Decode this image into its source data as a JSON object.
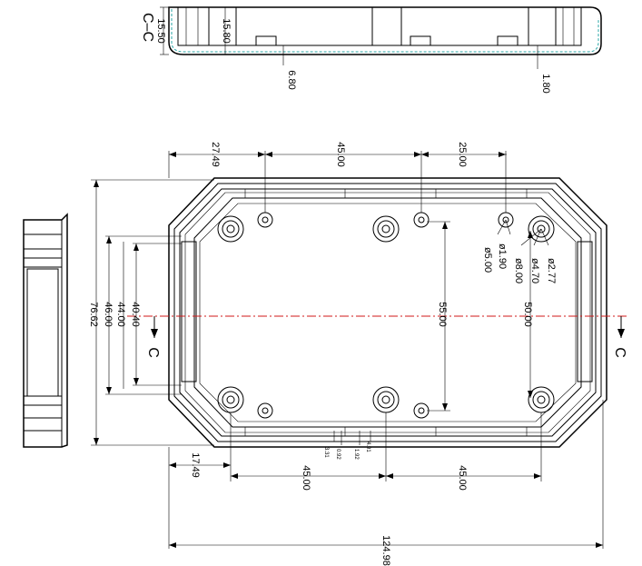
{
  "section": {
    "label": "C–C",
    "dims": {
      "height_outer": "15.50",
      "height_inner": "15.80",
      "wall": "6.80",
      "floor": "1.80"
    }
  },
  "top_dims": {
    "d1": "27.49",
    "d2": "45.00",
    "d3": "25.00"
  },
  "left_dims": {
    "d1": "40.40",
    "d2": "44.00",
    "d3": "46.00",
    "d4": "76.62"
  },
  "inner_dims": {
    "v1": "55.00",
    "v2": "50.00"
  },
  "hole_dims": {
    "a": "ø1.90",
    "b": "ø5.00",
    "c": "ø8.00",
    "d": "ø4.70",
    "e": "ø2.77"
  },
  "bottom_dims": {
    "d1": "17.49",
    "d2": "45.00",
    "d3": "45.00",
    "overall": "124.98"
  },
  "small_dims": {
    "a": "3.31",
    "b": "0.92",
    "c": "1.92",
    "d": "4.91"
  },
  "cut_marks": {
    "left": "C",
    "right": "C"
  },
  "colors": {
    "line": "#000000",
    "section_fill": "#2aa6a6",
    "cut_line": "#d01818"
  }
}
